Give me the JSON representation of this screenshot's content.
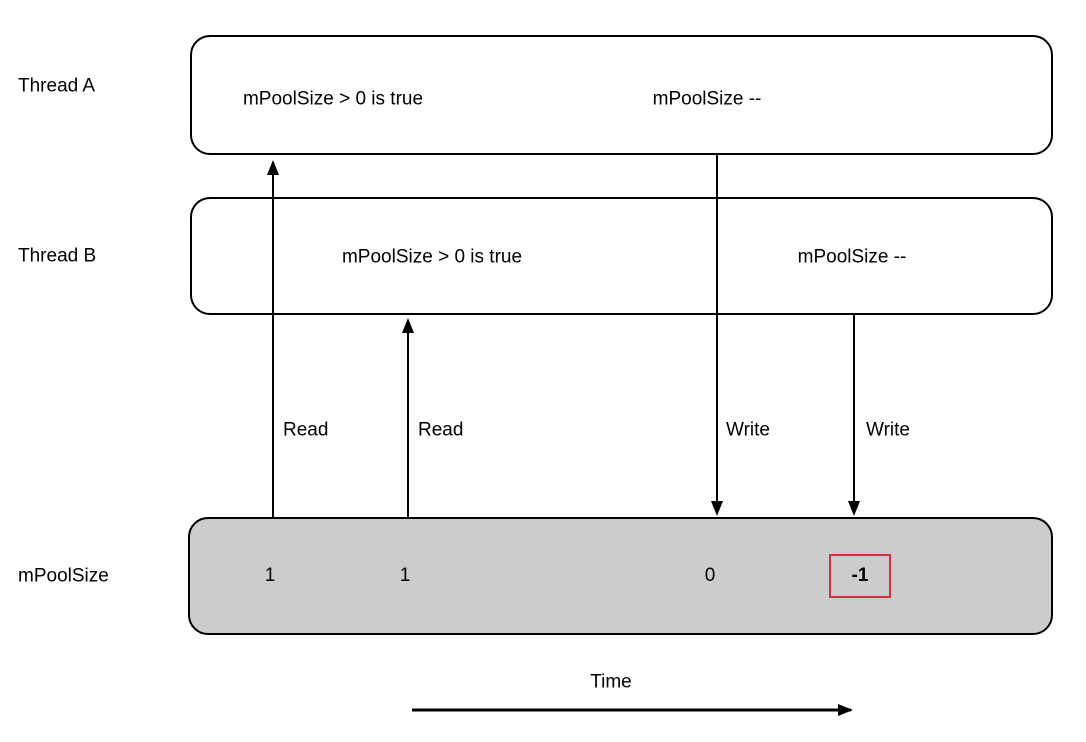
{
  "diagram_title": "race-condition-timeline",
  "rows": {
    "thread_a": {
      "label": "Thread A",
      "check": "mPoolSize > 0 is true",
      "decrement": "mPoolSize --"
    },
    "thread_b": {
      "label": "Thread B",
      "check": "mPoolSize > 0 is true",
      "decrement": "mPoolSize --"
    },
    "variable": {
      "label": "mPoolSize",
      "values": [
        "1",
        "1",
        "0",
        "-1"
      ]
    }
  },
  "arrow_labels": {
    "read_a": "Read",
    "read_b": "Read",
    "write_a": "Write",
    "write_b": "Write"
  },
  "time_axis": {
    "label": "Time"
  },
  "colors": {
    "stroke": "#000000",
    "variable_box_fill": "#cccccc",
    "highlight_frame": "#d6303c",
    "background": "#ffffff"
  }
}
